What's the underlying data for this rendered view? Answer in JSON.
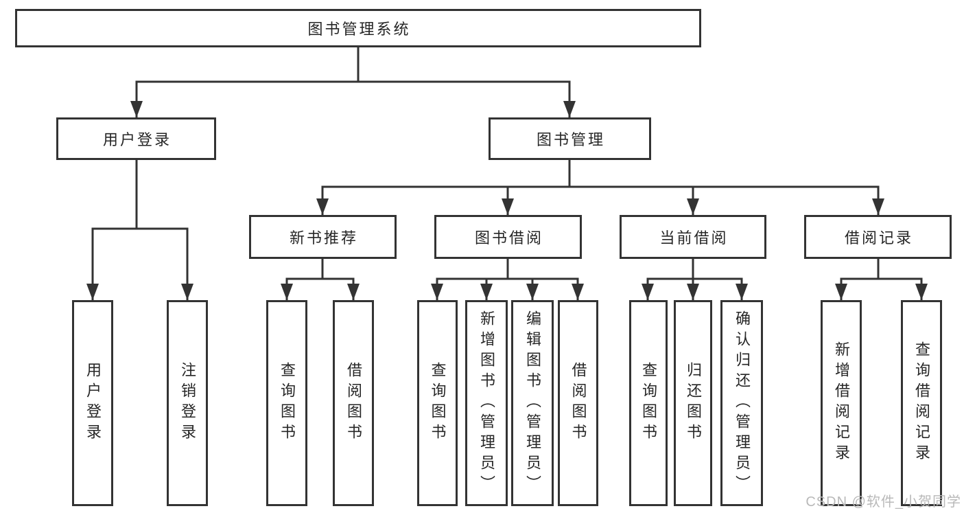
{
  "diagram_title": "图书管理系统",
  "watermark": "CSDN @软件_小贺同学",
  "colors": {
    "line": "#333333",
    "box_border": "#333333",
    "text": "#262626",
    "watermark": "#b9b9b9",
    "background": "#ffffff"
  },
  "tree": {
    "label": "图书管理系统",
    "children": [
      {
        "label": "用户登录",
        "children": [
          {
            "label": "用户登录"
          },
          {
            "label": "注销登录"
          }
        ]
      },
      {
        "label": "图书管理",
        "children": [
          {
            "label": "新书推荐",
            "children": [
              {
                "label": "查询图书"
              },
              {
                "label": "借阅图书"
              }
            ]
          },
          {
            "label": "图书借阅",
            "children": [
              {
                "label": "查询图书"
              },
              {
                "label": "新增图书（管理员）"
              },
              {
                "label": "编辑图书（管理员）"
              },
              {
                "label": "借阅图书"
              }
            ]
          },
          {
            "label": "当前借阅",
            "children": [
              {
                "label": "查询图书"
              },
              {
                "label": "归还图书"
              },
              {
                "label": "确认归还（管理员）"
              }
            ]
          },
          {
            "label": "借阅记录",
            "children": [
              {
                "label": "新增借阅记录"
              },
              {
                "label": "查询借阅记录"
              }
            ]
          }
        ]
      }
    ]
  }
}
